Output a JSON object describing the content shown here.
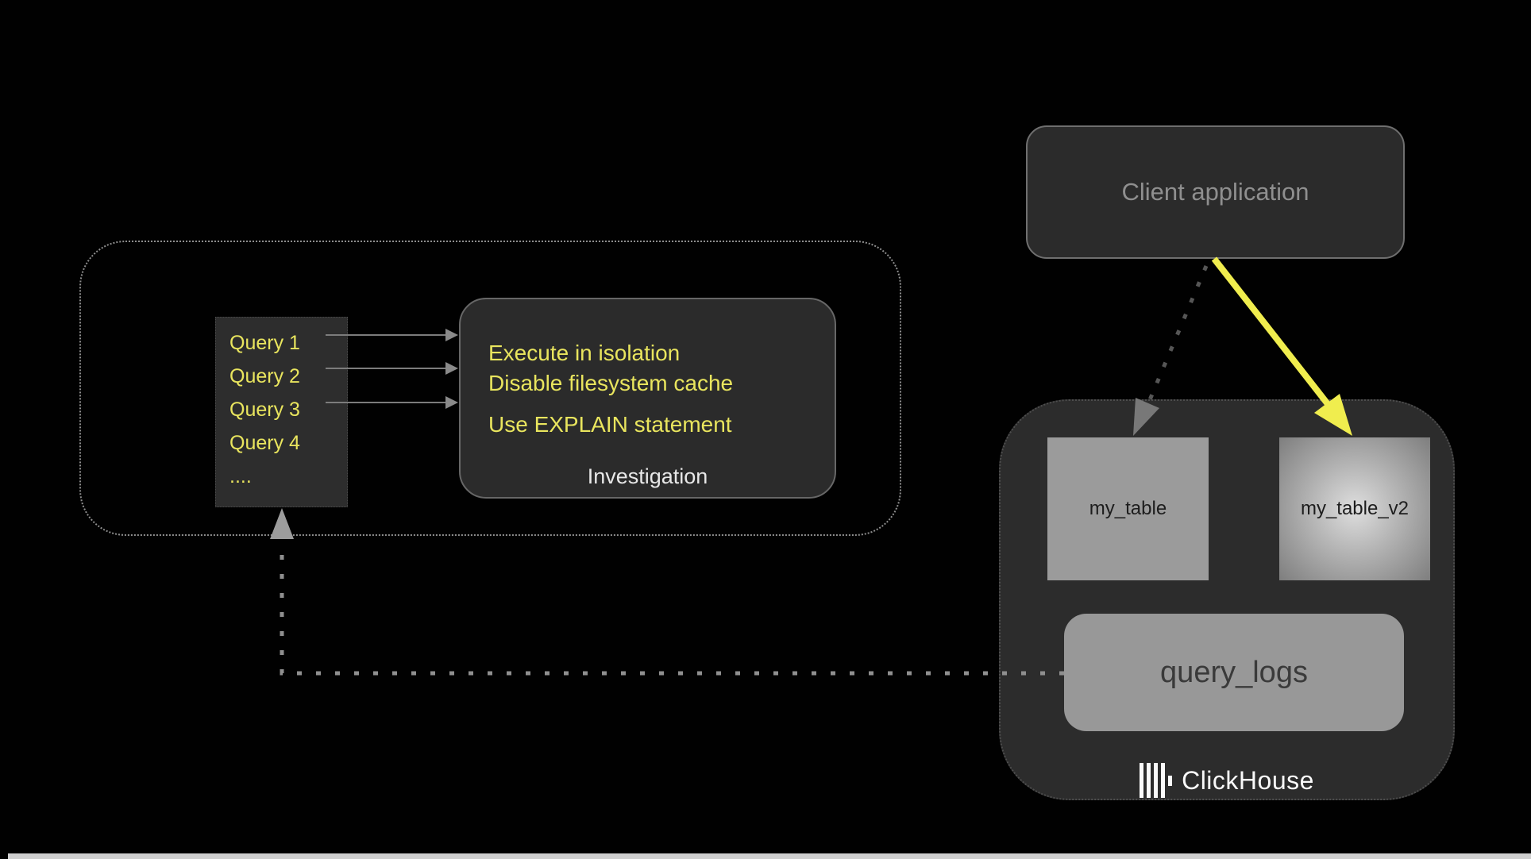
{
  "colors": {
    "background": "#010101",
    "panel_fill": "#2b2b2b",
    "panel_border": "#6f6f6f",
    "yellow_text": "#e9e55e",
    "yellow_arrow": "#f0ed4e",
    "gray_table_fill": "#9b9b9b",
    "query_logs_fill": "#989898",
    "white_text": "#e8e8e8",
    "muted_text": "#8f8f8f",
    "dark_text": "#1d1d1d",
    "dotted_border": "#8d8d8d",
    "container_fill": "#2c2c2c",
    "arrow_gray": "#8a8a8a",
    "edge_bar": "#d0d0d0"
  },
  "client_box": {
    "label": "Client application"
  },
  "query_list": {
    "items": [
      "Query 1",
      "Query 2",
      "Query 3",
      "Query 4",
      "...."
    ]
  },
  "investigation": {
    "lines": [
      "Execute in isolation",
      "Disable filesystem cache",
      "Use EXPLAIN statement"
    ],
    "caption": "Investigation"
  },
  "clickhouse": {
    "tables": [
      {
        "label": "my_table"
      },
      {
        "label": "my_table_v2"
      }
    ],
    "logs_label": "query_logs",
    "brand_label": "ClickHouse"
  }
}
